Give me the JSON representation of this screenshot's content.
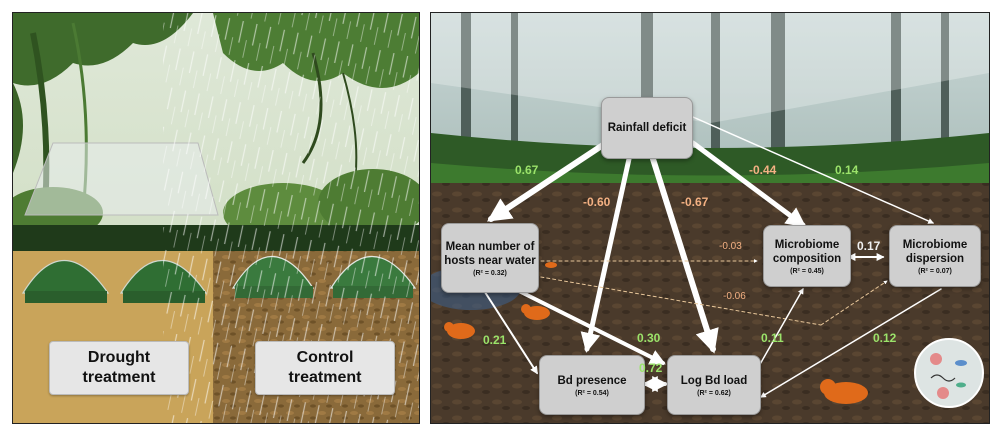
{
  "left_panel": {
    "labels": {
      "drought": "Drought treatment",
      "control": "Control treatment"
    }
  },
  "right_panel": {
    "nodes": {
      "rainfall": {
        "title": "Rainfall deficit",
        "r2": ""
      },
      "hosts": {
        "title": "Mean number of hosts near water",
        "r2": "(R² = 0.32)"
      },
      "composition": {
        "title": "Microbiome composition",
        "r2": "(R² = 0.45)"
      },
      "dispersion": {
        "title": "Microbiome dispersion",
        "r2": "(R² = 0.07)"
      },
      "bd_presence": {
        "title": "Bd presence",
        "r2": "(R² = 0.54)"
      },
      "bd_load": {
        "title": "Log Bd load",
        "r2": "(R² = 0.62)"
      }
    },
    "coefficients": {
      "rain_hosts": "0.67",
      "rain_presence": "-0.60",
      "rain_load": "-0.67",
      "rain_composition": "-0.44",
      "rain_dispersion": "0.14",
      "hosts_composition": "-0.03",
      "hosts_dispersion": "-0.06",
      "composition_dispersion": "0.17",
      "hosts_presence": "0.21",
      "hosts_load": "0.30",
      "presence_load": "0.72",
      "composition_load": "0.11",
      "dispersion_load": "0.12"
    },
    "colors": {
      "positive": "#9be36a",
      "negative": "#f4b183",
      "neutral": "#f0f0f0"
    }
  }
}
